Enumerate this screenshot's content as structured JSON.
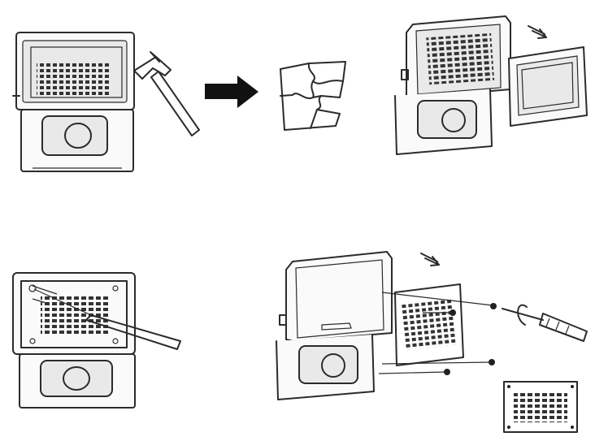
{
  "figure": {
    "background": "#ffffff",
    "ink": "#2b2b2b",
    "steps": [
      {
        "id": "step-1",
        "description": "hammer-break-glass"
      },
      {
        "id": "step-2",
        "description": "glass-shards"
      },
      {
        "id": "step-3",
        "description": "remove-front-frame"
      },
      {
        "id": "step-4",
        "description": "pry-led-panel"
      },
      {
        "id": "step-5",
        "description": "unscrew-led-board"
      }
    ],
    "icons": [
      "hammer-icon",
      "arrow-right-icon",
      "screwdriver-icon",
      "pry-tool-icon",
      "screw-icon"
    ]
  }
}
